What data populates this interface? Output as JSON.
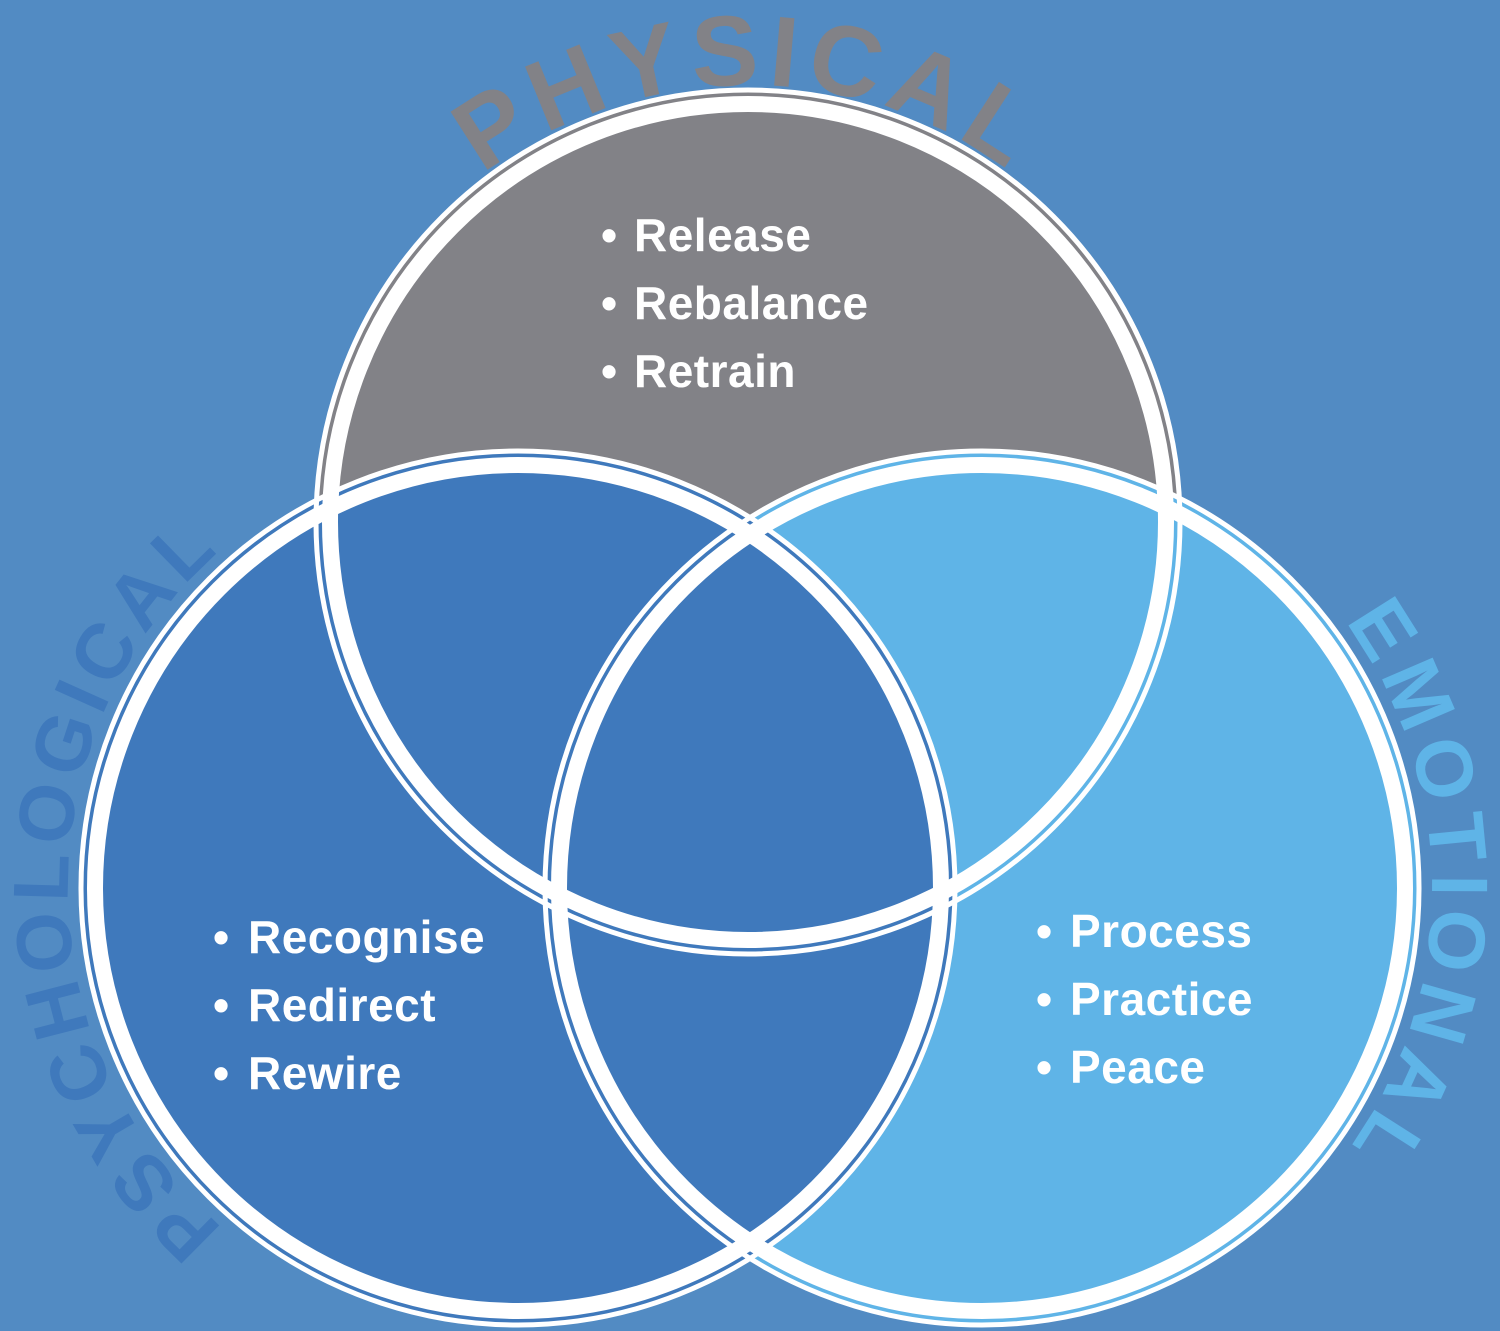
{
  "title": "Physical Psychological Emotional Venn diagram",
  "background_color": "#528BC3",
  "text_color": "#FFFFFF",
  "rim_color": "#FFFFFF",
  "bullet": "•",
  "circles": {
    "physical": {
      "label": "PHYSICAL",
      "color": "#828287",
      "items": [
        "Release",
        "Rebalance",
        "Retrain"
      ]
    },
    "psychological": {
      "label": "PSYCHOLOGICAL",
      "color": "#3F79BC",
      "items": [
        "Recognise",
        "Redirect",
        "Rewire"
      ]
    },
    "emotional": {
      "label": "EMOTIONAL",
      "color": "#5FB4E7",
      "items": [
        "Process",
        "Practice",
        "Peace"
      ]
    }
  }
}
